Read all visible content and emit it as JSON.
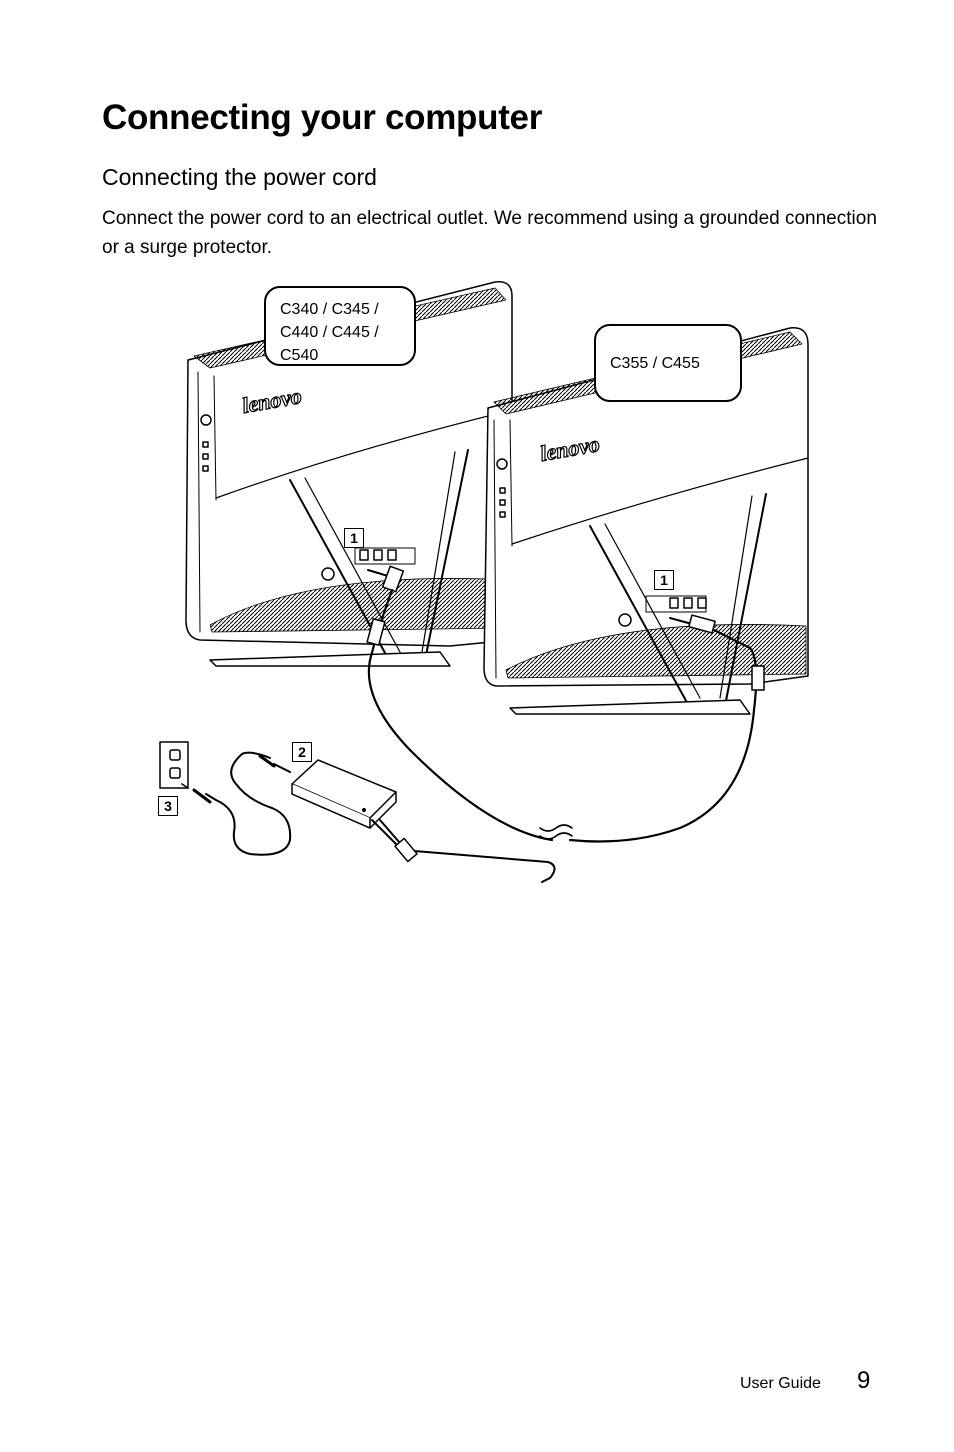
{
  "page": {
    "title": "Connecting your computer",
    "section_title": "Connecting the power cord",
    "body": "Connect the power cord to an electrical outlet. We recommend using a grounded connection or a surge protector."
  },
  "figure": {
    "callout_left": "C340 / C345 / C440 / C445 / C540",
    "callout_right": "C355 / C455",
    "brand_logo_left": "lenovo",
    "brand_logo_right": "lenovo",
    "steps": [
      "1",
      "1",
      "2",
      "3"
    ]
  },
  "footer": {
    "label": "User Guide",
    "page_number": "9"
  }
}
